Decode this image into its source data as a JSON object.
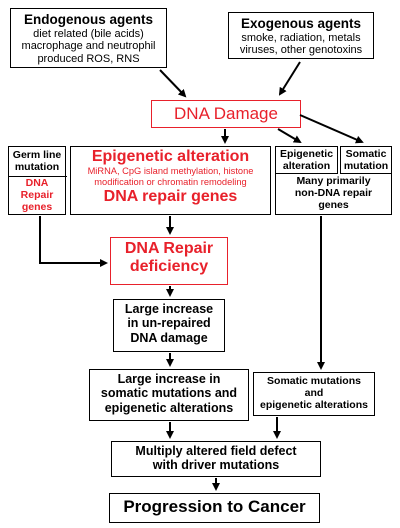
{
  "endogenous": {
    "title": "Endogenous agents",
    "lines": [
      "diet related (bile acids)",
      "macrophage and neutrophil",
      "produced ROS, RNS"
    ]
  },
  "exogenous": {
    "title": "Exogenous agents",
    "lines": [
      "smoke, radiation, metals",
      "viruses, other genotoxins"
    ]
  },
  "dna_damage": "DNA Damage",
  "germ_line": {
    "title_lines": [
      "Germ line",
      "mutation"
    ],
    "sub_lines": [
      "DNA",
      "Repair",
      "genes"
    ]
  },
  "epigenetic_center": {
    "title": "Epigenetic alteration",
    "lines": [
      "MiRNA, CpG island methylation, histone",
      "modification or chromatin remodeling"
    ],
    "footer": "DNA repair genes"
  },
  "epigenetic_small": [
    "Epigenetic",
    "alteration"
  ],
  "somatic_small": [
    "Somatic",
    "mutation"
  ],
  "many_nonrepair": [
    "Many primarily",
    "non-DNA repair",
    "genes"
  ],
  "repair_deficiency": [
    "DNA Repair",
    "deficiency"
  ],
  "large_unrepaired": [
    "Large increase",
    "in un-repaired",
    "DNA damage"
  ],
  "large_somatic": [
    "Large increase in",
    "somatic mutations and",
    "epigenetic alterations"
  ],
  "somatic_epi": [
    "Somatic mutations",
    "and",
    "epigenetic alterations"
  ],
  "field_defect": [
    "Multiply altered field defect",
    "with driver mutations"
  ],
  "progression": "Progression to Cancer",
  "colors": {
    "red": "#e8212b",
    "black": "#000000"
  }
}
